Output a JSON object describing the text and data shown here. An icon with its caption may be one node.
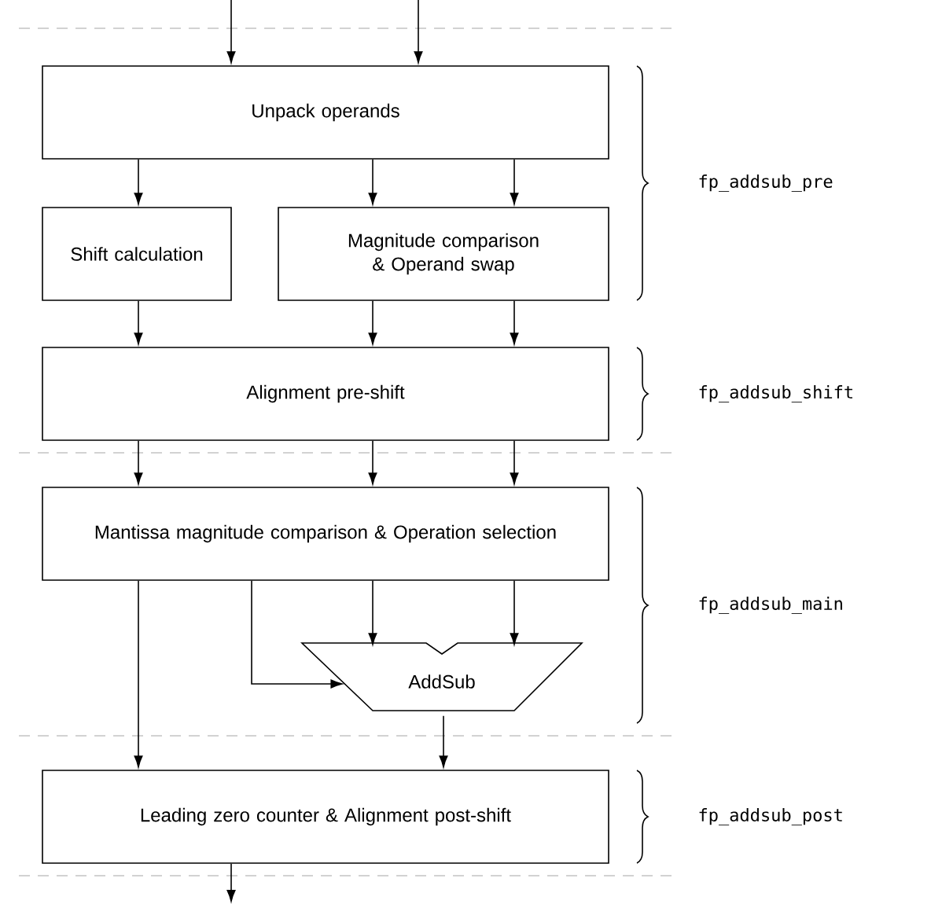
{
  "diagram": {
    "nodes": [
      {
        "text": [
          "Unpack operands"
        ]
      },
      {
        "text": [
          "Shift calculation"
        ]
      },
      {
        "text": [
          "Magnitude comparison & Operand swap"
        ]
      },
      {
        "text": [
          "Alignment pre-shift"
        ]
      },
      {
        "text": [
          "Mantissa magnitude comparison & Operation selection"
        ]
      },
      {
        "text": [
          "AddSub"
        ]
      },
      {
        "text": [
          "Leading zero counter & Alignment post-shift"
        ]
      }
    ],
    "edges": [
      {
        "from": null,
        "to": 0,
        "arrow": "to"
      },
      {
        "from": null,
        "to": 0,
        "arrow": "to"
      },
      {
        "from": 0,
        "to": 1,
        "arrow": "to"
      },
      {
        "from": 0,
        "to": 2,
        "arrow": "to"
      },
      {
        "from": 0,
        "to": 2,
        "arrow": "to"
      },
      {
        "from": 1,
        "to": 3,
        "arrow": "to"
      },
      {
        "from": 2,
        "to": 3,
        "arrow": "to"
      },
      {
        "from": 2,
        "to": 3,
        "arrow": "to"
      },
      {
        "from": 3,
        "to": 4,
        "arrow": "to"
      },
      {
        "from": 3,
        "to": 4,
        "arrow": "to"
      },
      {
        "from": 3,
        "to": 4,
        "arrow": "to"
      },
      {
        "from": 4,
        "to": 5,
        "arrow": "to"
      },
      {
        "from": 4,
        "to": 5,
        "arrow": "to"
      },
      {
        "from": 4,
        "to": 5,
        "arrow": "to"
      },
      {
        "from": 4,
        "to": 6,
        "arrow": "to"
      },
      {
        "from": 5,
        "to": 6,
        "arrow": "to"
      },
      {
        "from": 6,
        "to": null,
        "arrow": "to"
      }
    ],
    "labels": [
      "fp_addsub_pre",
      "fp_addsub_shift",
      "fp_addsub_main",
      "fp_addsub_post"
    ]
  }
}
